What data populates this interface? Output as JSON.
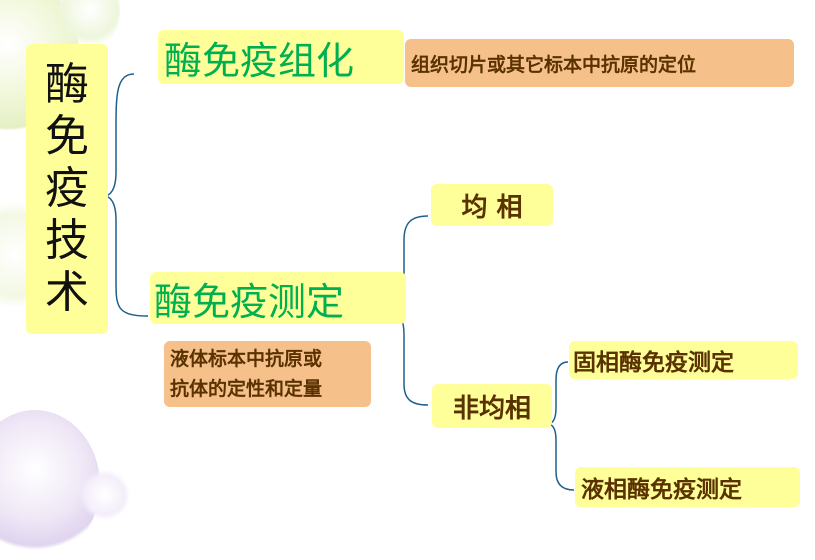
{
  "root": {
    "chars": [
      "酶",
      "免",
      "疫",
      "技",
      "术"
    ]
  },
  "branches": {
    "ihc": {
      "label": "酶免疫组化",
      "desc": "组织切片或其它标本中抗原的定位"
    },
    "eia": {
      "label": "酶免疫测定",
      "desc_lines": [
        "液体标本中抗原或",
        "抗体的定性和定量"
      ],
      "homogeneous": "均 相",
      "heterogeneous": {
        "label": "非均相",
        "solid": "固相酶免疫测定",
        "liquid": "液相酶免疫测定"
      }
    }
  },
  "colors": {
    "node_bg": "#ffff99",
    "desc_bg": "#f5c08a",
    "green_text": "#00b050",
    "brown_text": "#5a3200",
    "connector": "#1f5f8b"
  }
}
